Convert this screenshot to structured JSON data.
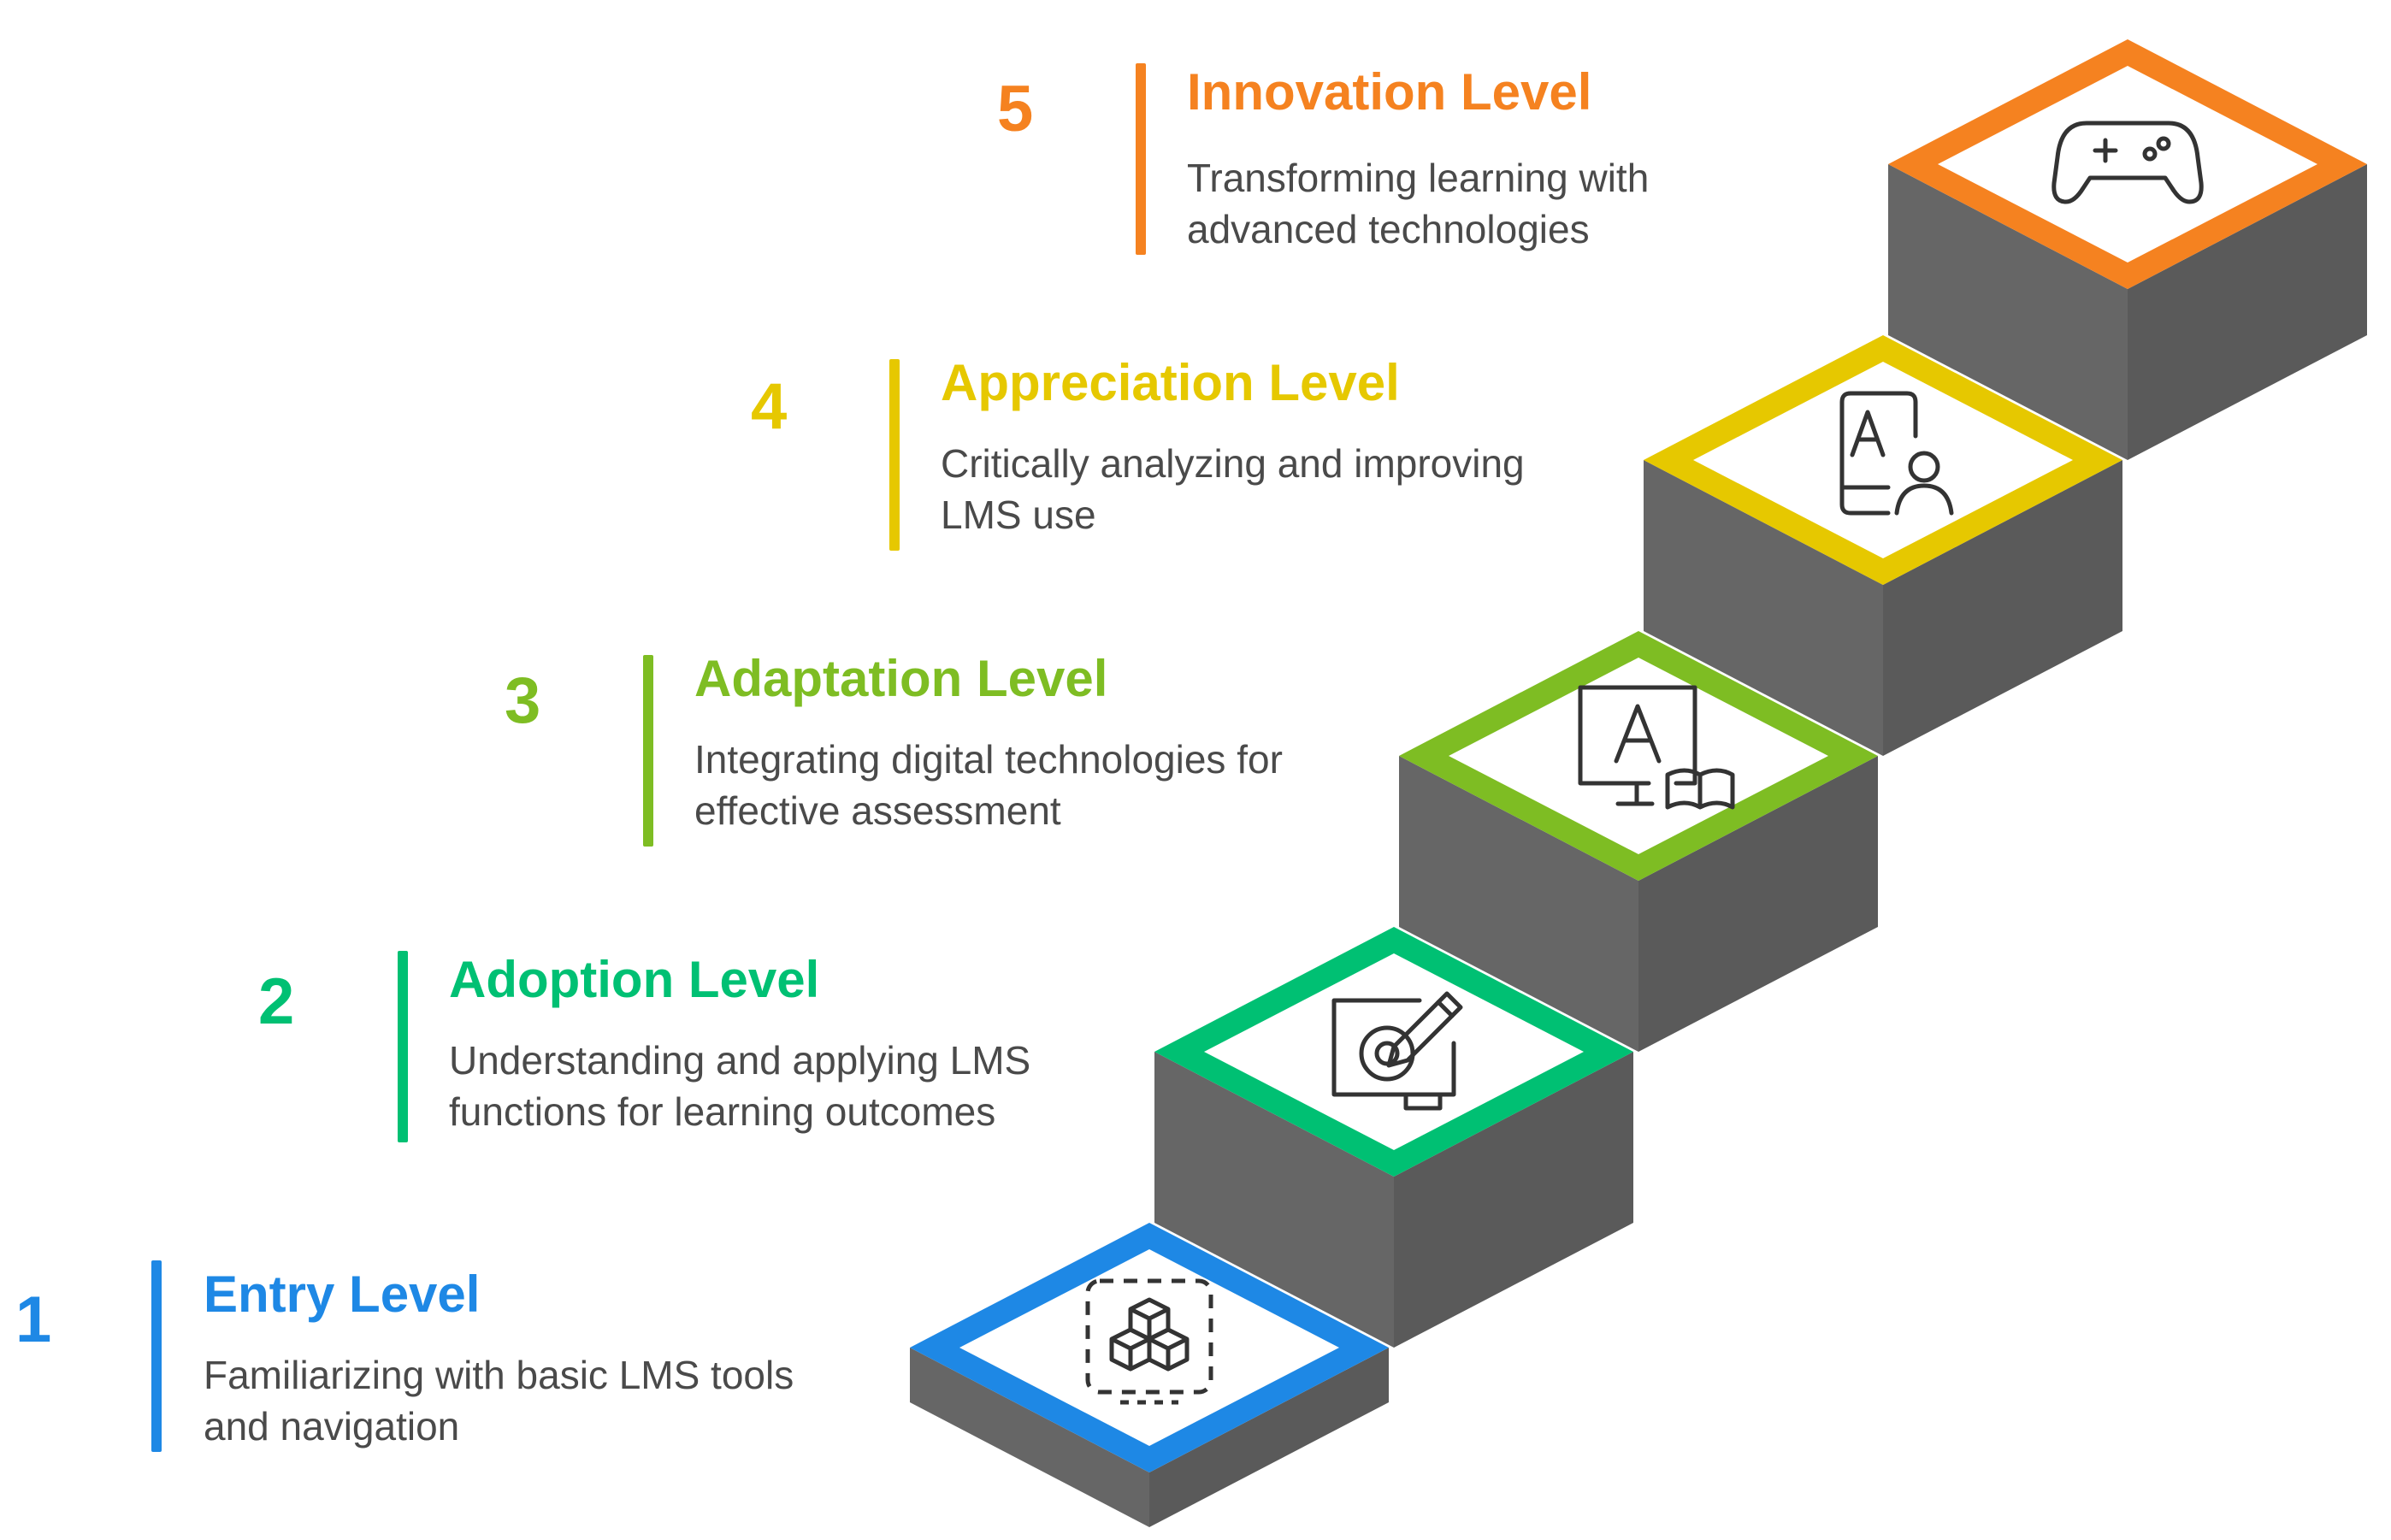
{
  "levels": [
    {
      "number": "1",
      "title": "Entry Level",
      "description": "Familiarizing with basic LMS tools and navigation",
      "color": "#1e88e5",
      "icon": "building-blocks-icon"
    },
    {
      "number": "2",
      "title": "Adoption Level",
      "description": "Understanding and applying LMS functions for learning outcomes",
      "color": "#00c073",
      "icon": "target-pencil-icon"
    },
    {
      "number": "3",
      "title": "Adaptation Level",
      "description": "Integrating digital technologies for effective assessment",
      "color": "#7ebd23",
      "icon": "monitor-book-icon"
    },
    {
      "number": "4",
      "title": "Appreciation Level",
      "description": "Critically analyzing and improving LMS use",
      "color": "#e6c800",
      "icon": "book-user-icon"
    },
    {
      "number": "5",
      "title": "Innovation Level",
      "description": "Transforming learning with advanced technologies",
      "color": "#f58220",
      "icon": "gamepad-icon"
    }
  ],
  "colors": {
    "stair_side": "#666666",
    "stair_edge": "#4d4d4d"
  }
}
